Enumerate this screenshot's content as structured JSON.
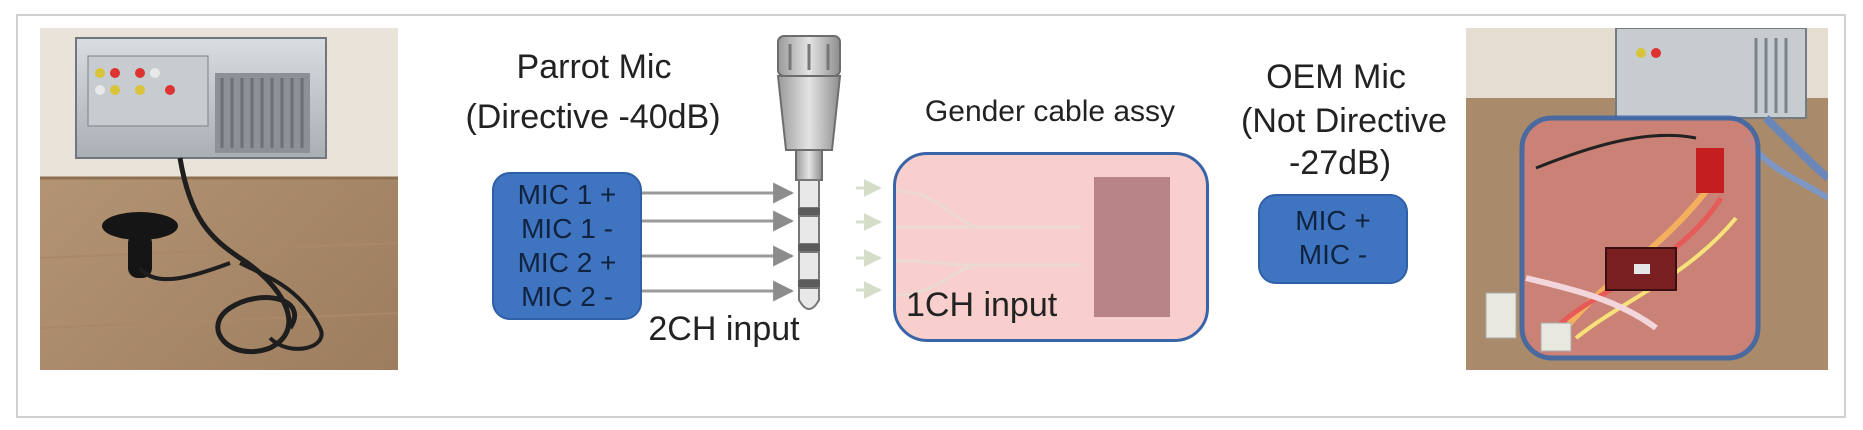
{
  "parrot_mic": {
    "title": "Parrot Mic",
    "subtitle": "(Directive -40dB)",
    "pins": [
      "MIC 1 +",
      "MIC 1 -",
      "MIC 2 +",
      "MIC 2 -"
    ],
    "input_label": "2CH input"
  },
  "gender_cable": {
    "title": "Gender cable assy",
    "input_label": "1CH input"
  },
  "oem_mic": {
    "title": "OEM Mic",
    "subtitle_line1": "(Not Directive",
    "subtitle_line2": "-27dB)",
    "pins": [
      "MIC +",
      "MIC -"
    ]
  },
  "colors": {
    "pin_box": "#3f74c0",
    "gender_box_fill": "#f8cfcd",
    "gender_box_border": "#3a64a8"
  }
}
